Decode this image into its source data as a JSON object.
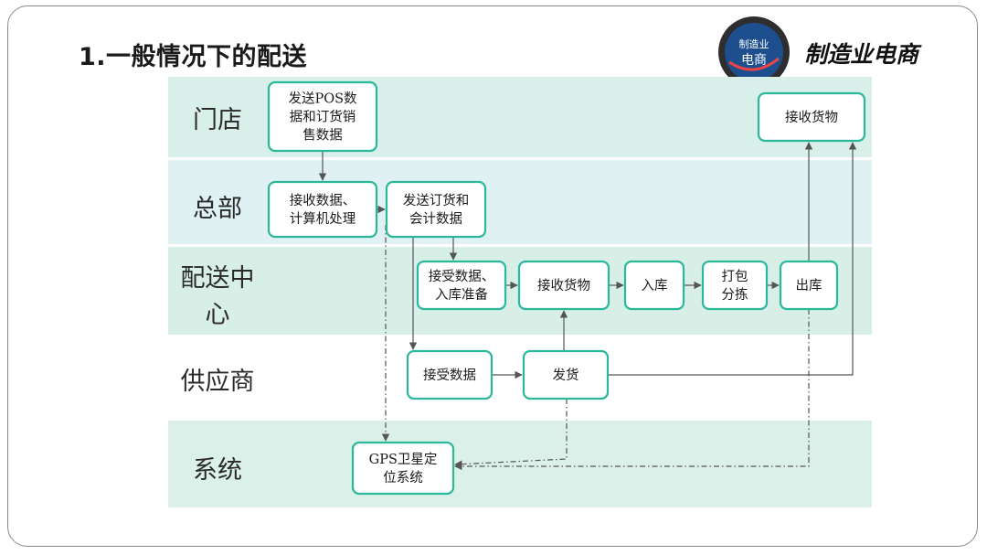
{
  "slide": {
    "title": "1.一般情况下的配送",
    "brand_name": "制造业电商",
    "logo_text": [
      "制造业",
      "电商"
    ]
  },
  "diagram": {
    "lanes": [
      {
        "id": "store",
        "label_lines": [
          "门店"
        ],
        "color": "#d9efe9"
      },
      {
        "id": "hq",
        "label_lines": [
          "总部"
        ],
        "color": "#e0f1f3"
      },
      {
        "id": "dc",
        "label_lines": [
          "配送中",
          "心"
        ],
        "color": "#d8efe8"
      },
      {
        "id": "supplier",
        "label_lines": [
          "供应商"
        ],
        "color": "#ffffff"
      },
      {
        "id": "system",
        "label_lines": [
          "系统"
        ],
        "color": "#dcf0ea"
      }
    ],
    "nodes": [
      {
        "id": "send_pos",
        "lines": [
          "发送POS数",
          "据和订货销",
          "售数据"
        ]
      },
      {
        "id": "receive_goods_store",
        "lines": [
          "接收货物"
        ]
      },
      {
        "id": "hq_receive",
        "lines": [
          "接收数据、",
          "计算机处理"
        ]
      },
      {
        "id": "hq_send",
        "lines": [
          "发送订货和",
          "会计数据"
        ]
      },
      {
        "id": "dc_receive_data",
        "lines": [
          "接受数据、",
          "入库准备"
        ]
      },
      {
        "id": "dc_receive_goods",
        "lines": [
          "接收货物"
        ]
      },
      {
        "id": "dc_instock",
        "lines": [
          "入库"
        ]
      },
      {
        "id": "dc_pack",
        "lines": [
          "打包",
          "分拣"
        ]
      },
      {
        "id": "dc_outstock",
        "lines": [
          "出库"
        ]
      },
      {
        "id": "sup_receive",
        "lines": [
          "接受数据"
        ]
      },
      {
        "id": "sup_ship",
        "lines": [
          "发货"
        ]
      },
      {
        "id": "gps",
        "lines": [
          "GPS卫星定",
          "位系统"
        ]
      }
    ],
    "edges": [
      {
        "from": "send_pos",
        "to": "hq_receive",
        "style": "solid"
      },
      {
        "from": "hq_receive",
        "to": "hq_send",
        "style": "solid"
      },
      {
        "from": "hq_send",
        "to": "dc_receive_data",
        "style": "solid"
      },
      {
        "from": "hq_send",
        "to": "sup_receive",
        "style": "solid"
      },
      {
        "from": "dc_receive_data",
        "to": "dc_receive_goods",
        "style": "solid"
      },
      {
        "from": "dc_receive_goods",
        "to": "dc_instock",
        "style": "solid"
      },
      {
        "from": "dc_instock",
        "to": "dc_pack",
        "style": "solid"
      },
      {
        "from": "dc_pack",
        "to": "dc_outstock",
        "style": "solid"
      },
      {
        "from": "dc_outstock",
        "to": "receive_goods_store",
        "style": "solid"
      },
      {
        "from": "sup_receive",
        "to": "sup_ship",
        "style": "solid"
      },
      {
        "from": "sup_ship",
        "to": "dc_receive_goods",
        "style": "solid"
      },
      {
        "from": "sup_ship",
        "to": "receive_goods_store",
        "style": "solid"
      },
      {
        "from": "hq_receive",
        "to": "gps",
        "style": "dashed"
      },
      {
        "from": "sup_ship",
        "to": "gps",
        "style": "dashed"
      },
      {
        "from": "receive_goods_store",
        "to": "gps",
        "style": "dashed"
      }
    ]
  }
}
